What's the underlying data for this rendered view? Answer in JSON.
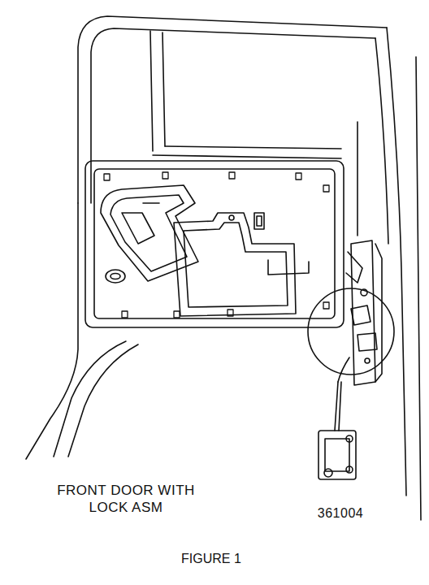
{
  "diagram": {
    "caption": "FIGURE 1",
    "labels": [
      "FRONT DOOR WITH LOCK ASM",
      "361004"
    ]
  }
}
